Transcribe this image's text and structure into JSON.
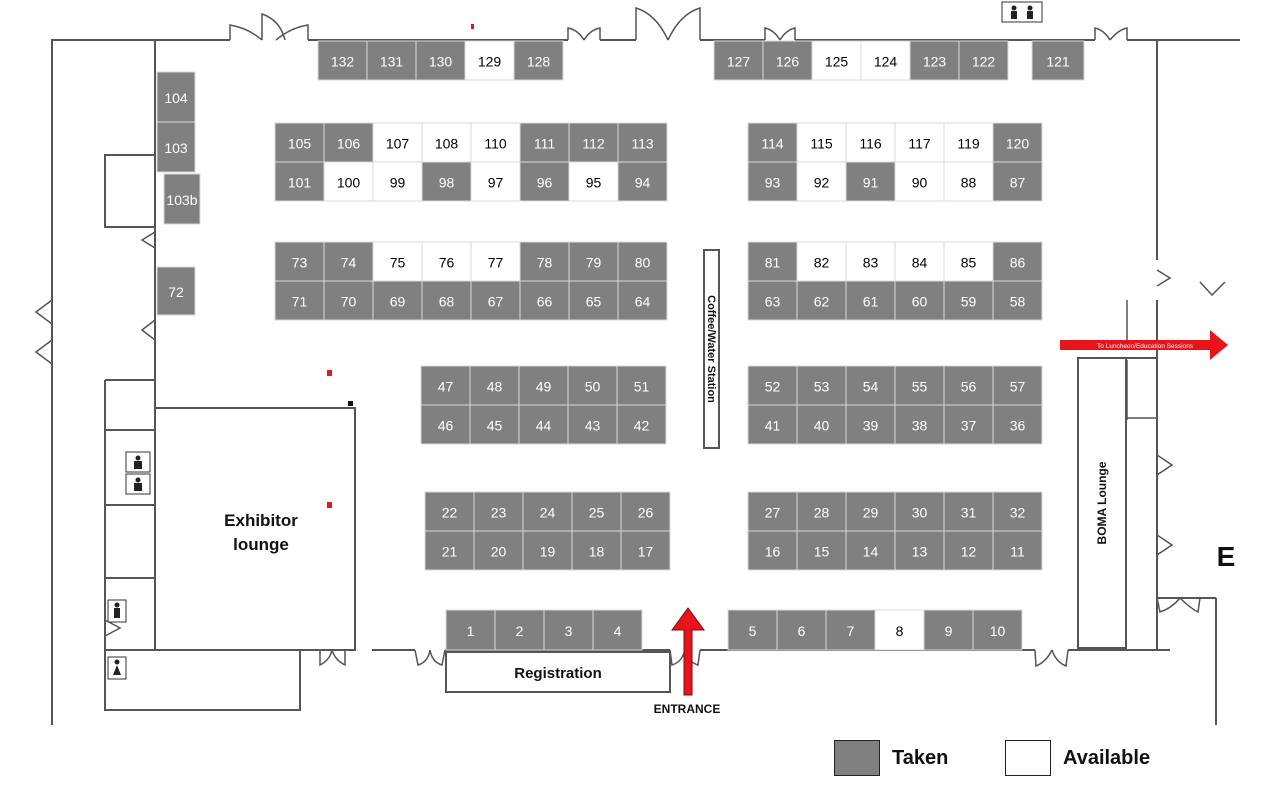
{
  "colors": {
    "taken": "#808080",
    "available": "#ffffff",
    "wall": "#555555",
    "arrow": "#e8141c"
  },
  "rooms": {
    "exhibitor_lounge_line1": "Exhibitor",
    "exhibitor_lounge_line2": "lounge",
    "registration": "Registration",
    "boma_lounge": "BOMA Lounge",
    "coffee_station": "Coffee/Water Station",
    "entrance": "ENTRANCE",
    "to_luncheon": "To Luncheon/Education Sessions",
    "edge_letter": "E"
  },
  "legend": {
    "taken": "Taken",
    "available": "Available"
  },
  "booths": [
    {
      "id": "132",
      "status": "taken"
    },
    {
      "id": "131",
      "status": "taken"
    },
    {
      "id": "130",
      "status": "taken"
    },
    {
      "id": "129",
      "status": "available"
    },
    {
      "id": "128",
      "status": "taken"
    },
    {
      "id": "127",
      "status": "taken"
    },
    {
      "id": "126",
      "status": "taken"
    },
    {
      "id": "125",
      "status": "available"
    },
    {
      "id": "124",
      "status": "available"
    },
    {
      "id": "123",
      "status": "taken"
    },
    {
      "id": "122",
      "status": "taken"
    },
    {
      "id": "121",
      "status": "taken"
    },
    {
      "id": "104",
      "status": "taken"
    },
    {
      "id": "103",
      "status": "taken"
    },
    {
      "id": "103b",
      "status": "taken"
    },
    {
      "id": "72",
      "status": "taken"
    },
    {
      "id": "105",
      "status": "taken"
    },
    {
      "id": "106",
      "status": "taken"
    },
    {
      "id": "107",
      "status": "available"
    },
    {
      "id": "108",
      "status": "available"
    },
    {
      "id": "110",
      "status": "available"
    },
    {
      "id": "111",
      "status": "taken"
    },
    {
      "id": "112",
      "status": "taken"
    },
    {
      "id": "113",
      "status": "taken"
    },
    {
      "id": "101",
      "status": "taken"
    },
    {
      "id": "100",
      "status": "available"
    },
    {
      "id": "99",
      "status": "available"
    },
    {
      "id": "98",
      "status": "taken"
    },
    {
      "id": "97",
      "status": "available"
    },
    {
      "id": "96",
      "status": "taken"
    },
    {
      "id": "95",
      "status": "available"
    },
    {
      "id": "94",
      "status": "taken"
    },
    {
      "id": "114",
      "status": "taken"
    },
    {
      "id": "115",
      "status": "available"
    },
    {
      "id": "116",
      "status": "available"
    },
    {
      "id": "117",
      "status": "available"
    },
    {
      "id": "119",
      "status": "available"
    },
    {
      "id": "120",
      "status": "taken"
    },
    {
      "id": "93",
      "status": "taken"
    },
    {
      "id": "92",
      "status": "available"
    },
    {
      "id": "91",
      "status": "taken"
    },
    {
      "id": "90",
      "status": "available"
    },
    {
      "id": "88",
      "status": "available"
    },
    {
      "id": "87",
      "status": "taken"
    },
    {
      "id": "73",
      "status": "taken"
    },
    {
      "id": "74",
      "status": "taken"
    },
    {
      "id": "75",
      "status": "available"
    },
    {
      "id": "76",
      "status": "available"
    },
    {
      "id": "77",
      "status": "available"
    },
    {
      "id": "78",
      "status": "taken"
    },
    {
      "id": "79",
      "status": "taken"
    },
    {
      "id": "80",
      "status": "taken"
    },
    {
      "id": "71",
      "status": "taken"
    },
    {
      "id": "70",
      "status": "taken"
    },
    {
      "id": "69",
      "status": "taken"
    },
    {
      "id": "68",
      "status": "taken"
    },
    {
      "id": "67",
      "status": "taken"
    },
    {
      "id": "66",
      "status": "taken"
    },
    {
      "id": "65",
      "status": "taken"
    },
    {
      "id": "64",
      "status": "taken"
    },
    {
      "id": "81",
      "status": "taken"
    },
    {
      "id": "82",
      "status": "available"
    },
    {
      "id": "83",
      "status": "available"
    },
    {
      "id": "84",
      "status": "available"
    },
    {
      "id": "85",
      "status": "available"
    },
    {
      "id": "86",
      "status": "taken"
    },
    {
      "id": "63",
      "status": "taken"
    },
    {
      "id": "62",
      "status": "taken"
    },
    {
      "id": "61",
      "status": "taken"
    },
    {
      "id": "60",
      "status": "taken"
    },
    {
      "id": "59",
      "status": "taken"
    },
    {
      "id": "58",
      "status": "taken"
    },
    {
      "id": "47",
      "status": "taken"
    },
    {
      "id": "48",
      "status": "taken"
    },
    {
      "id": "49",
      "status": "taken"
    },
    {
      "id": "50",
      "status": "taken"
    },
    {
      "id": "51",
      "status": "taken"
    },
    {
      "id": "46",
      "status": "taken"
    },
    {
      "id": "45",
      "status": "taken"
    },
    {
      "id": "44",
      "status": "taken"
    },
    {
      "id": "43",
      "status": "taken"
    },
    {
      "id": "42",
      "status": "taken"
    },
    {
      "id": "52",
      "status": "taken"
    },
    {
      "id": "53",
      "status": "taken"
    },
    {
      "id": "54",
      "status": "taken"
    },
    {
      "id": "55",
      "status": "taken"
    },
    {
      "id": "56",
      "status": "taken"
    },
    {
      "id": "57",
      "status": "taken"
    },
    {
      "id": "41",
      "status": "taken"
    },
    {
      "id": "40",
      "status": "taken"
    },
    {
      "id": "39",
      "status": "taken"
    },
    {
      "id": "38",
      "status": "taken"
    },
    {
      "id": "37",
      "status": "taken"
    },
    {
      "id": "36",
      "status": "taken"
    },
    {
      "id": "22",
      "status": "taken"
    },
    {
      "id": "23",
      "status": "taken"
    },
    {
      "id": "24",
      "status": "taken"
    },
    {
      "id": "25",
      "status": "taken"
    },
    {
      "id": "26",
      "status": "taken"
    },
    {
      "id": "21",
      "status": "taken"
    },
    {
      "id": "20",
      "status": "taken"
    },
    {
      "id": "19",
      "status": "taken"
    },
    {
      "id": "18",
      "status": "taken"
    },
    {
      "id": "17",
      "status": "taken"
    },
    {
      "id": "27",
      "status": "taken"
    },
    {
      "id": "28",
      "status": "taken"
    },
    {
      "id": "29",
      "status": "taken"
    },
    {
      "id": "30",
      "status": "taken"
    },
    {
      "id": "31",
      "status": "taken"
    },
    {
      "id": "32",
      "status": "taken"
    },
    {
      "id": "16",
      "status": "taken"
    },
    {
      "id": "15",
      "status": "taken"
    },
    {
      "id": "14",
      "status": "taken"
    },
    {
      "id": "13",
      "status": "taken"
    },
    {
      "id": "12",
      "status": "taken"
    },
    {
      "id": "11",
      "status": "taken"
    },
    {
      "id": "1",
      "status": "taken"
    },
    {
      "id": "2",
      "status": "taken"
    },
    {
      "id": "3",
      "status": "taken"
    },
    {
      "id": "4",
      "status": "taken"
    },
    {
      "id": "5",
      "status": "taken"
    },
    {
      "id": "6",
      "status": "taken"
    },
    {
      "id": "7",
      "status": "taken"
    },
    {
      "id": "8",
      "status": "available"
    },
    {
      "id": "9",
      "status": "taken"
    },
    {
      "id": "10",
      "status": "taken"
    }
  ]
}
